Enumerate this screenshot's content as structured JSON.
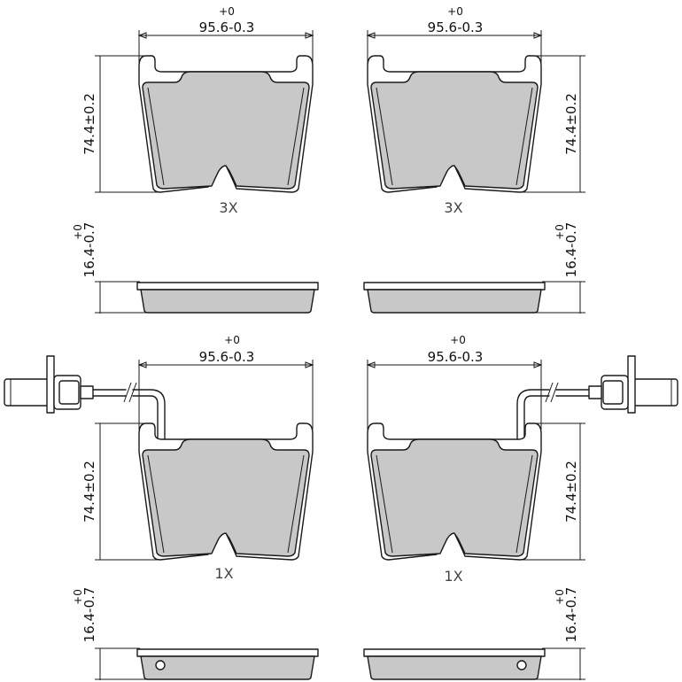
{
  "pads": [
    {
      "width": {
        "base": "95.6",
        "tol_upper": "+0",
        "tol_lower": "-0.3"
      },
      "height": "74.4±0.2",
      "thickness": {
        "base": "16.4",
        "tol_upper": "+0",
        "tol_lower": "-0.7"
      },
      "quantity": "3X",
      "wear_sensor": false
    },
    {
      "width": {
        "base": "95.6",
        "tol_upper": "+0",
        "tol_lower": "-0.3"
      },
      "height": "74.4±0.2",
      "thickness": {
        "base": "16.4",
        "tol_upper": "+0",
        "tol_lower": "-0.7"
      },
      "quantity": "3X",
      "wear_sensor": false
    },
    {
      "width": {
        "base": "95.6",
        "tol_upper": "+0",
        "tol_lower": "-0.3"
      },
      "height": "74.4±0.2",
      "thickness": {
        "base": "16.4",
        "tol_upper": "+0",
        "tol_lower": "-0.7"
      },
      "quantity": "1X",
      "wear_sensor": true
    },
    {
      "width": {
        "base": "95.6",
        "tol_upper": "+0",
        "tol_lower": "-0.3"
      },
      "height": "74.4±0.2",
      "thickness": {
        "base": "16.4",
        "tol_upper": "+0",
        "tol_lower": "-0.7"
      },
      "quantity": "1X",
      "wear_sensor": true
    }
  ],
  "colors": {
    "friction_material": "#c8c8c8",
    "line": "#1a1a1a",
    "background": "#ffffff"
  }
}
